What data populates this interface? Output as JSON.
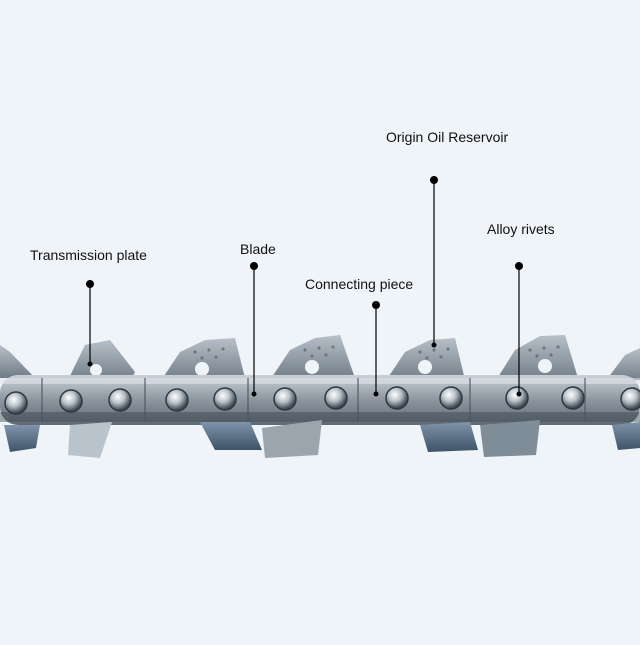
{
  "labels": {
    "transmission_plate": "Transmission plate",
    "blade": "Blade",
    "connecting_piece": "Connecting piece",
    "origin_oil_reservoir": "Origin Oil Reservoir",
    "alloy_rivets": "Alloy rivets"
  },
  "colors": {
    "background": "#eef4f8",
    "steel": "#9aa3ad",
    "steel_dark": "#4a5560",
    "cutter_blue": "#5a7088",
    "pointer": "#000000"
  }
}
